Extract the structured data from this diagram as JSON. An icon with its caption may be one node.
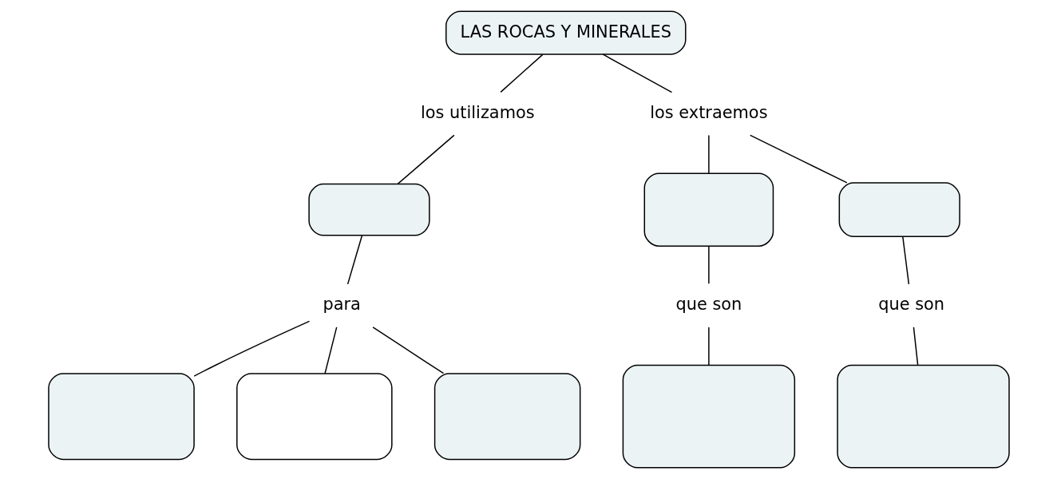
{
  "diagram": {
    "nodes": [
      {
        "text": [
          "LAS ROCAS Y MINERALES"
        ]
      },
      {
        "text": [
          "los utilizamos"
        ]
      },
      {
        "text": [],
        "shape": "box"
      },
      {
        "text": [
          "para"
        ]
      },
      {
        "text": [],
        "shape": "box"
      },
      {
        "text": [],
        "shape": "box"
      },
      {
        "text": [],
        "shape": "box"
      },
      {
        "text": [
          "los extraemos"
        ]
      },
      {
        "text": [],
        "shape": "box"
      },
      {
        "text": [],
        "shape": "box"
      },
      {
        "text": [
          "que son"
        ]
      },
      {
        "text": [],
        "shape": "box"
      },
      {
        "text": [
          "que son"
        ]
      },
      {
        "text": [],
        "shape": "box"
      }
    ],
    "edges": [
      {
        "from": 0,
        "to": 1,
        "arrow": "none"
      },
      {
        "from": 1,
        "to": 2,
        "arrow": "none"
      },
      {
        "from": 2,
        "to": 3,
        "arrow": "none"
      },
      {
        "from": 3,
        "to": 4,
        "arrow": "none"
      },
      {
        "from": 3,
        "to": 5,
        "arrow": "none"
      },
      {
        "from": 3,
        "to": 6,
        "arrow": "none"
      },
      {
        "from": 0,
        "to": 7,
        "arrow": "none"
      },
      {
        "from": 7,
        "to": 8,
        "arrow": "none"
      },
      {
        "from": 7,
        "to": 9,
        "arrow": "none"
      },
      {
        "from": 8,
        "to": 10,
        "arrow": "none"
      },
      {
        "from": 10,
        "to": 11,
        "arrow": "none"
      },
      {
        "from": 9,
        "to": 12,
        "arrow": "none"
      },
      {
        "from": 12,
        "to": 13,
        "arrow": "none"
      }
    ]
  }
}
